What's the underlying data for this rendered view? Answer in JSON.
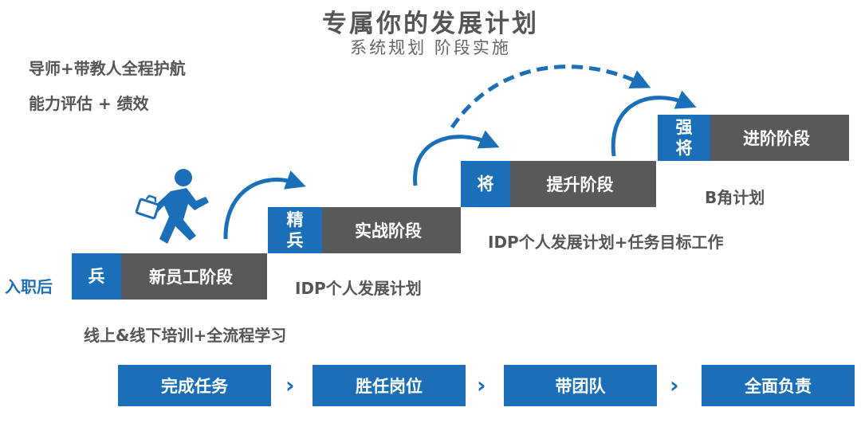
{
  "title": "专属你的发展计划",
  "subtitle": "系统规划 阶段实施",
  "notes": {
    "mentor": "导师+带教人全程护航",
    "evaluation": "能力评估 + 绩效",
    "entry": "入职后",
    "training": "线上&线下培训+全流程学习",
    "idp": "IDP个人发展计划",
    "idp_task": "IDP个人发展计划+任务目标工作",
    "b_plan": "B角计划"
  },
  "stages": [
    {
      "badge_line1": "兵",
      "badge_line2": "",
      "name": "新员工阶段"
    },
    {
      "badge_line1": "精",
      "badge_line2": "兵",
      "name": "实战阶段"
    },
    {
      "badge_line1": "将",
      "badge_line2": "",
      "name": "提升阶段"
    },
    {
      "badge_line1": "强",
      "badge_line2": "将",
      "name": "进阶阶段"
    }
  ],
  "steps": [
    "完成任务",
    "胜任岗位",
    "带团队",
    "全面负责"
  ],
  "chevron": "›",
  "colors": {
    "blue": "#1a6fb8",
    "gray": "#58595b",
    "text": "#555555"
  },
  "icons": [
    "running-person-icon",
    "briefcase-icon"
  ]
}
